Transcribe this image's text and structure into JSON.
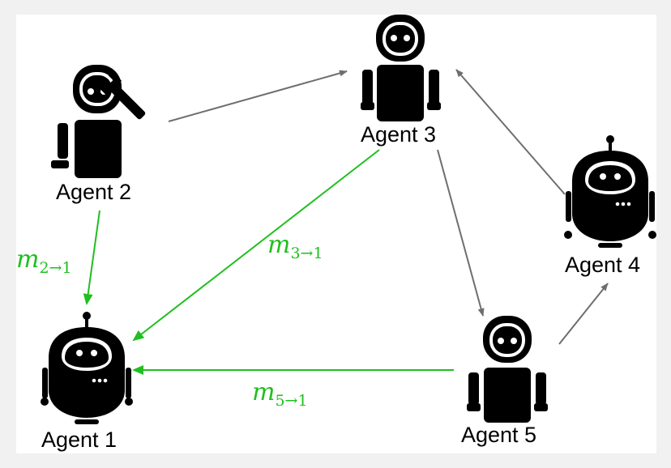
{
  "agents": {
    "a1": {
      "label": "Agent 1"
    },
    "a2": {
      "label": "Agent 2"
    },
    "a3": {
      "label": "Agent 3"
    },
    "a4": {
      "label": "Agent 4"
    },
    "a5": {
      "label": "Agent 5"
    }
  },
  "messages": {
    "m21": {
      "symbol": "m",
      "subscript": "2→1"
    },
    "m31": {
      "symbol": "m",
      "subscript": "3→1"
    },
    "m51": {
      "symbol": "m",
      "subscript": "5→1"
    }
  },
  "colors": {
    "message_edge": "#1fbf1f",
    "other_edge": "#6e6e6e",
    "robot": "#000000",
    "background": "#ffffff"
  }
}
